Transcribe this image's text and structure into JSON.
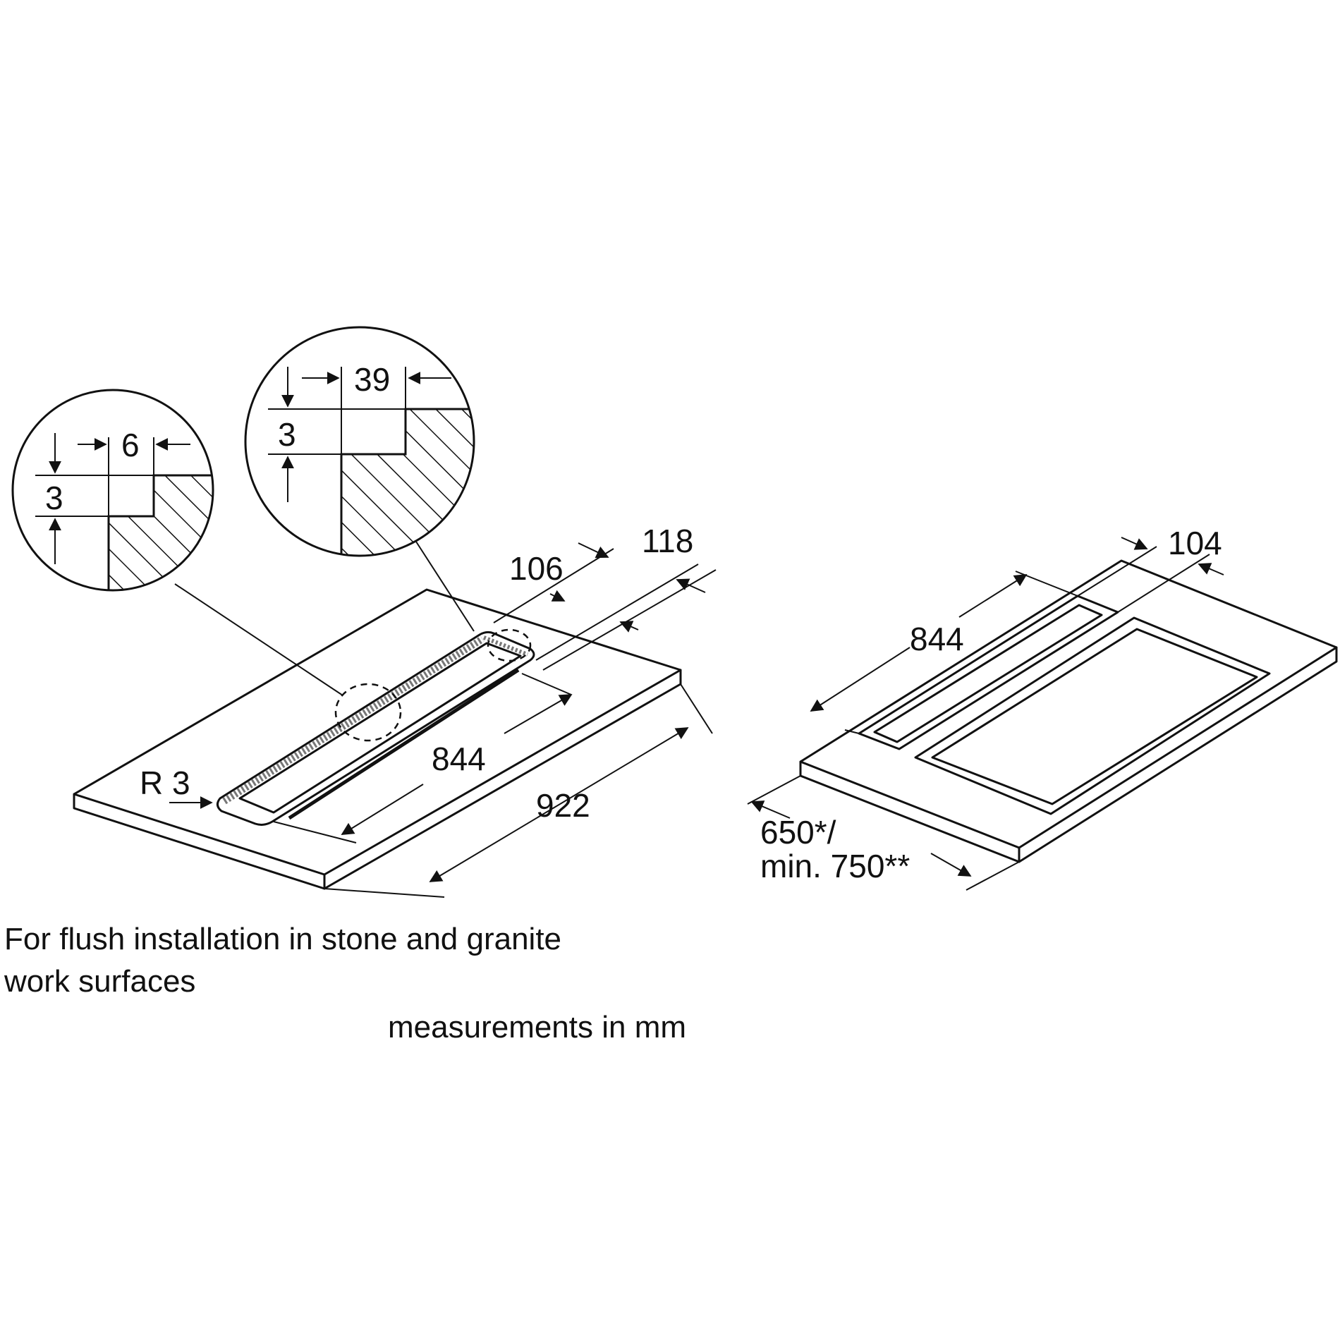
{
  "caption": {
    "line1": "For flush installation in stone and granite",
    "line2": "work surfaces"
  },
  "units_note": "measurements in mm",
  "left_view": {
    "dim_length": "922",
    "dim_cutout_length": "844",
    "dim_width_outer": "118",
    "dim_width_inner": "106",
    "radius": "R 3"
  },
  "detail_small": {
    "width": "6",
    "depth": "3"
  },
  "detail_large": {
    "width": "39",
    "depth": "3"
  },
  "right_view": {
    "dim_length": "844",
    "dim_width": "104",
    "dim_depth_line1": "650*/",
    "dim_depth_line2": "min. 750**"
  }
}
